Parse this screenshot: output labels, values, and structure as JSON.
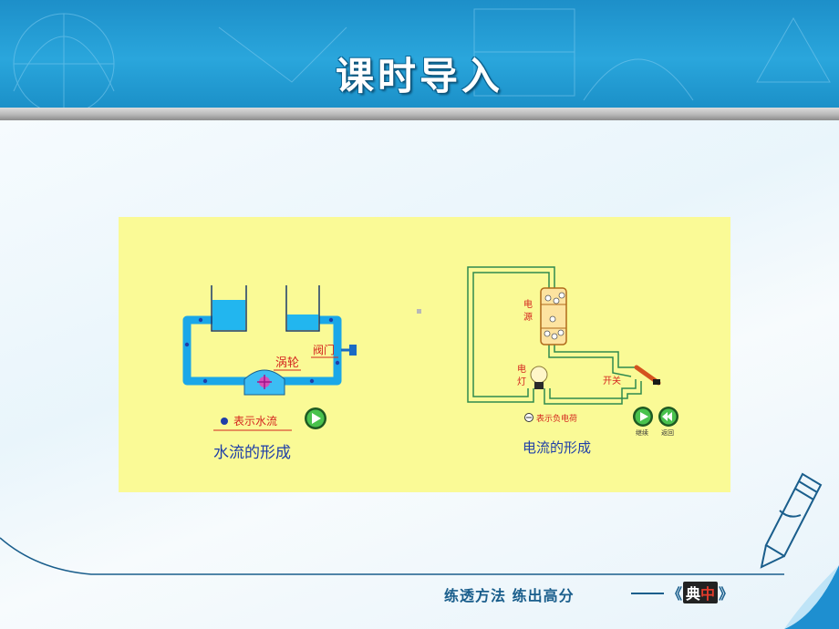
{
  "header": {
    "title": "课时导入"
  },
  "figure": {
    "water": {
      "caption": "水流的形成",
      "turbine_label": "涡轮",
      "valve_label": "阀门",
      "legend": "表示水流",
      "play_icon": "play-icon"
    },
    "current": {
      "caption": "电流的形成",
      "source_label_1": "电",
      "source_label_2": "源",
      "lamp_label_1": "电",
      "lamp_label_2": "灯",
      "switch_label": "开关",
      "legend": "表示负电荷",
      "continue_label": "继续",
      "back_label": "返回",
      "play_icon": "play-icon",
      "rewind_icon": "rewind-icon"
    }
  },
  "footer": {
    "slogan": "练透方法  练出高分",
    "brand_open": "《",
    "brand_char_1": "典",
    "brand_char_2": "中",
    "brand_close": "》"
  },
  "colors": {
    "header_blue": "#2aa6dc",
    "panel_yellow": "#fafa96",
    "pipe_blue": "#1aa7e8",
    "label_red": "#d4261f",
    "caption_blue": "#1e3ea8",
    "footer_navy": "#1a5e8c"
  }
}
